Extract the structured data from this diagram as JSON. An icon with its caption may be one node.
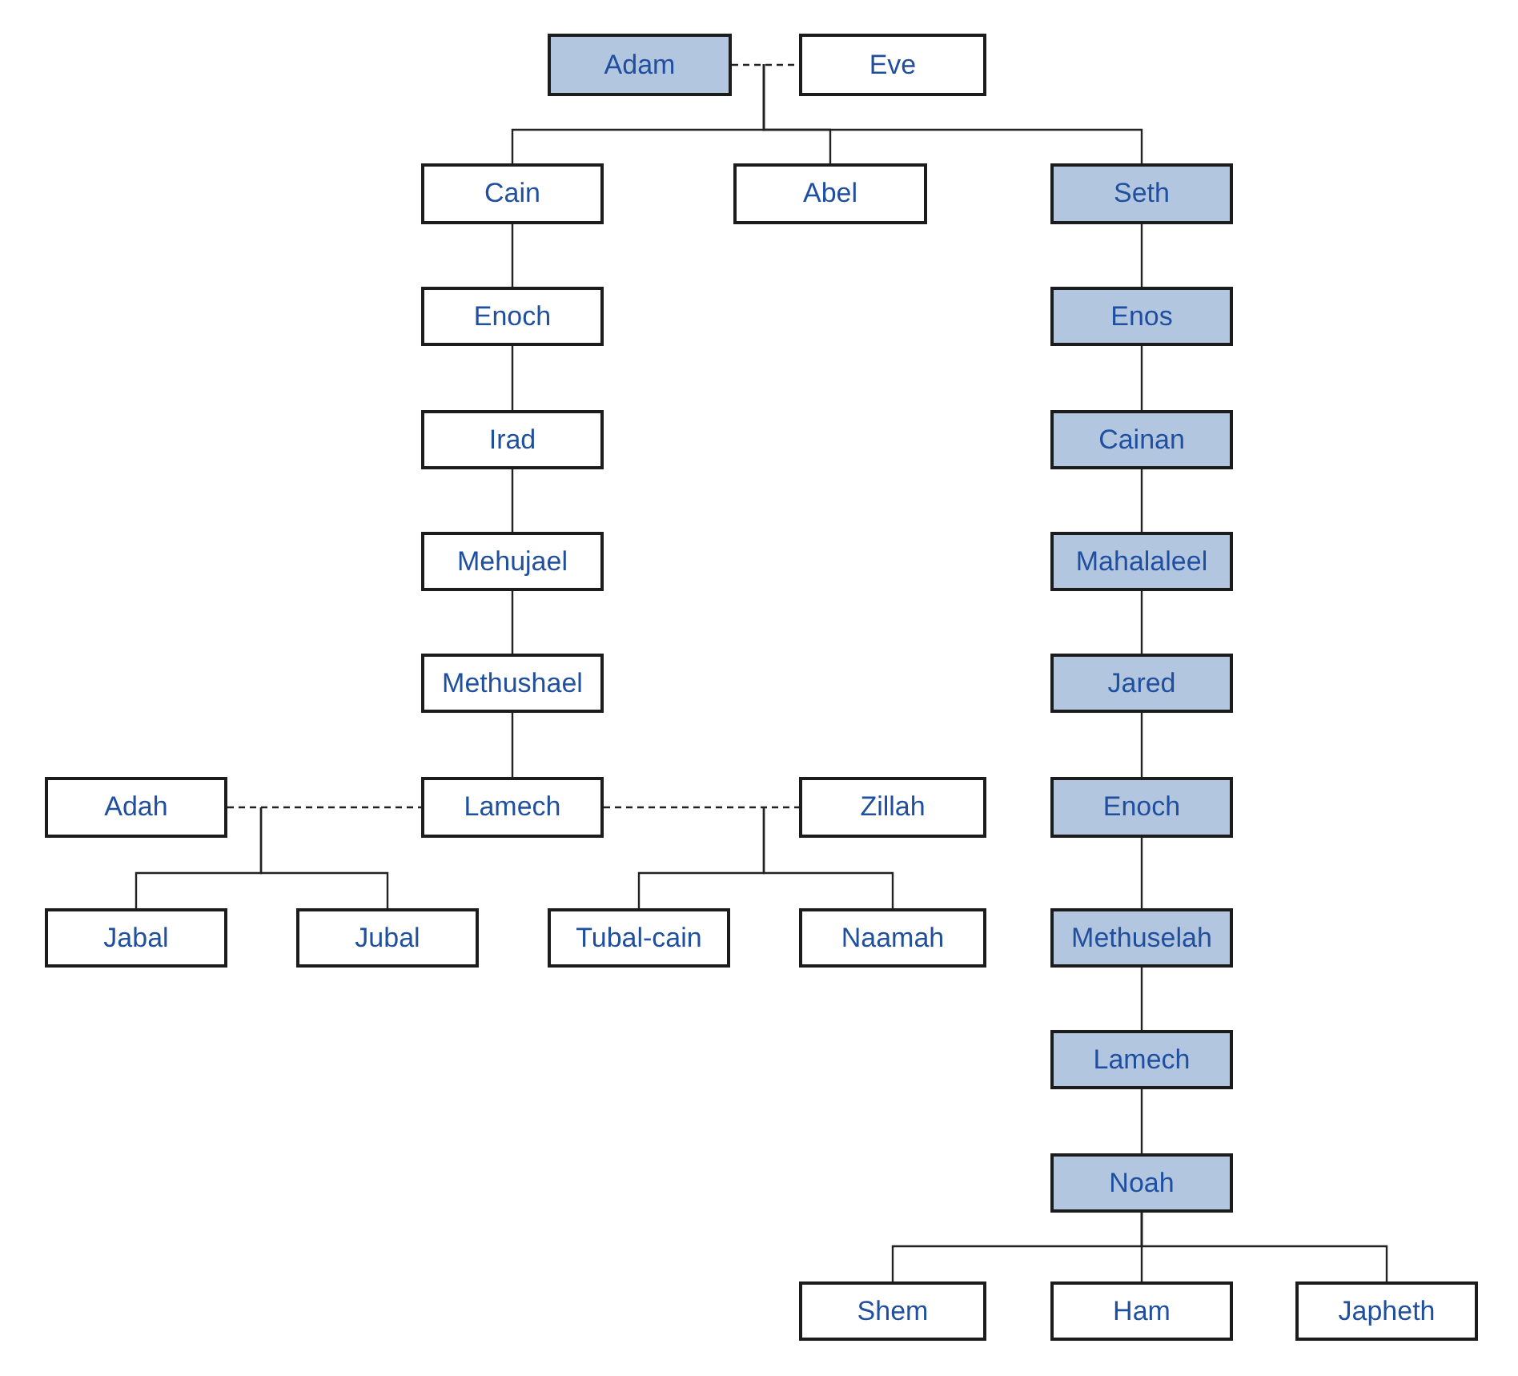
{
  "diagram": {
    "nodes": [
      {
        "text": [
          "Adam"
        ]
      },
      {
        "text": [
          "Eve"
        ]
      },
      {
        "text": [
          "Cain"
        ]
      },
      {
        "text": [
          "Abel"
        ]
      },
      {
        "text": [
          "Seth"
        ]
      },
      {
        "text": [
          "Enoch"
        ]
      },
      {
        "text": [
          "Irad"
        ]
      },
      {
        "text": [
          "Mehujael"
        ]
      },
      {
        "text": [
          "Methushael"
        ]
      },
      {
        "text": [
          "Adah"
        ]
      },
      {
        "text": [
          "Lamech"
        ]
      },
      {
        "text": [
          "Zillah"
        ]
      },
      {
        "text": [
          "Jabal"
        ]
      },
      {
        "text": [
          "Jubal"
        ]
      },
      {
        "text": [
          "Tubal-cain"
        ]
      },
      {
        "text": [
          "Naamah"
        ]
      },
      {
        "text": [
          "Enos"
        ]
      },
      {
        "text": [
          "Cainan"
        ]
      },
      {
        "text": [
          "Mahalaleel"
        ]
      },
      {
        "text": [
          "Jared"
        ]
      },
      {
        "text": [
          "Enoch"
        ]
      },
      {
        "text": [
          "Methuselah"
        ]
      },
      {
        "text": [
          "Lamech"
        ]
      },
      {
        "text": [
          "Noah"
        ]
      },
      {
        "text": [
          "Shem"
        ]
      },
      {
        "text": [
          "Ham"
        ]
      },
      {
        "text": [
          "Japheth"
        ]
      }
    ],
    "edges": [
      {
        "from": 0,
        "to": 1,
        "arrow": "none",
        "style": "dashed"
      },
      {
        "from": 0,
        "to": 2,
        "arrow": "none"
      },
      {
        "from": 0,
        "to": 3,
        "arrow": "none"
      },
      {
        "from": 0,
        "to": 4,
        "arrow": "none"
      },
      {
        "from": 2,
        "to": 5,
        "arrow": "none"
      },
      {
        "from": 5,
        "to": 6,
        "arrow": "none"
      },
      {
        "from": 6,
        "to": 7,
        "arrow": "none"
      },
      {
        "from": 7,
        "to": 8,
        "arrow": "none"
      },
      {
        "from": 8,
        "to": 10,
        "arrow": "none"
      },
      {
        "from": 9,
        "to": 10,
        "arrow": "none",
        "style": "dashed"
      },
      {
        "from": 10,
        "to": 11,
        "arrow": "none",
        "style": "dashed"
      },
      {
        "from": 9,
        "to": 12,
        "arrow": "none"
      },
      {
        "from": 9,
        "to": 13,
        "arrow": "none"
      },
      {
        "from": 11,
        "to": 14,
        "arrow": "none"
      },
      {
        "from": 11,
        "to": 15,
        "arrow": "none"
      },
      {
        "from": 4,
        "to": 16,
        "arrow": "none"
      },
      {
        "from": 16,
        "to": 17,
        "arrow": "none"
      },
      {
        "from": 17,
        "to": 18,
        "arrow": "none"
      },
      {
        "from": 18,
        "to": 19,
        "arrow": "none"
      },
      {
        "from": 19,
        "to": 20,
        "arrow": "none"
      },
      {
        "from": 20,
        "to": 21,
        "arrow": "none"
      },
      {
        "from": 21,
        "to": 22,
        "arrow": "none"
      },
      {
        "from": 22,
        "to": 23,
        "arrow": "none"
      },
      {
        "from": 23,
        "to": 24,
        "arrow": "none"
      },
      {
        "from": 23,
        "to": 25,
        "arrow": "none"
      },
      {
        "from": 23,
        "to": 26,
        "arrow": "none"
      }
    ]
  }
}
